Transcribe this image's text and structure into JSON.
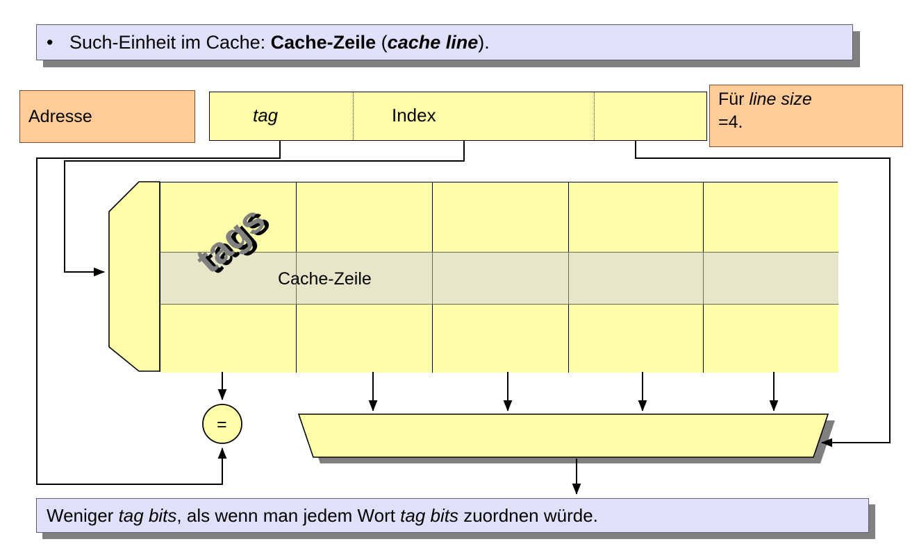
{
  "slide": {
    "title_bullet": "•",
    "title_plain_1": "Such-Einheit im Cache: ",
    "title_bold": "Cache-Zeile",
    "title_plain_2": " (",
    "title_bold_italic": "cache line",
    "title_plain_3": ").",
    "title_full": "• Such-Einheit im Cache: Cache-Zeile (cache line).",
    "footer_plain_1": "Weniger ",
    "footer_italic_1": "tag bits",
    "footer_plain_2": ", als wenn man jedem Wort ",
    "footer_italic_2": "tag bits",
    "footer_plain_3": " zuordnen würde.",
    "footer_full": "Weniger tag bits, als wenn man jedem Wort tag bits zuordnen würde."
  },
  "address": {
    "label": "Adresse",
    "fields": [
      {
        "name": "tag",
        "style": "italic"
      },
      {
        "name": "Index",
        "style": "normal"
      },
      {
        "name": "",
        "style": "normal"
      }
    ],
    "tag_label": "tag",
    "index_label": "Index",
    "offset_label": ""
  },
  "note": {
    "line1_plain": "Für ",
    "line1_italic": "line size",
    "line2": "=4.",
    "full": "Für line size =4."
  },
  "cache": {
    "tags_column_label": "tags",
    "cache_line_label": "Cache-Zeile",
    "rows": 3,
    "columns": 5,
    "highlighted_row_index": 1,
    "word_columns": 4
  },
  "comparator": {
    "symbol": "="
  },
  "colors": {
    "callout_fill": "#e0e0fa",
    "callout_border": "#5a5a6e",
    "callout_shadow": "#808080",
    "orange_fill": "#ffcc99",
    "orange_border": "#7a4a2a",
    "yellow_fill": "#ffffaa",
    "highlight_fill": "#e6e6c8",
    "line_stroke": "#000000",
    "tags_text": "#808080",
    "page_background": "#ffffff"
  }
}
